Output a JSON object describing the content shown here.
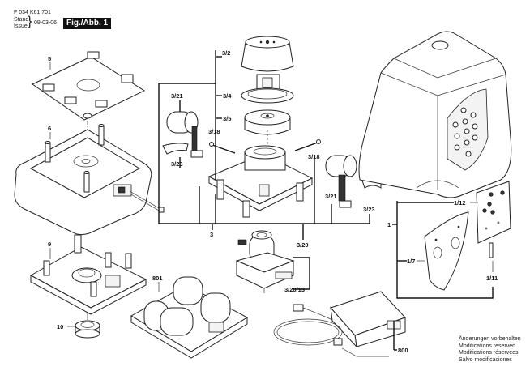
{
  "header": {
    "document_number": "F 034 K61 701",
    "stand_label": "Stand",
    "issue_label": "Issue",
    "date": "09-03-06",
    "figure_label": "Fig./Abb. 1"
  },
  "part_labels": {
    "p1": "1",
    "p1_7": "1/7",
    "p1_11": "1/11",
    "p1_12": "1/12",
    "p3": "3",
    "p3_2": "3/2",
    "p3_4": "3/4",
    "p3_5": "3/5",
    "p3_18_left": "3/18",
    "p3_18_right": "3/18",
    "p3_20": "3/20",
    "p3_20_13": "3/20/13",
    "p3_21_left": "3/21",
    "p3_21_right": "3/21",
    "p3_23_left": "3/23",
    "p3_23_right": "3/23",
    "p5": "5",
    "p6": "6",
    "p9": "9",
    "p10": "10",
    "p800": "800",
    "p801": "801"
  },
  "notes": [
    "Änderungen vorbehalten",
    "Modifications reserved",
    "Modifications réservées",
    "Salvo modificaciones"
  ]
}
